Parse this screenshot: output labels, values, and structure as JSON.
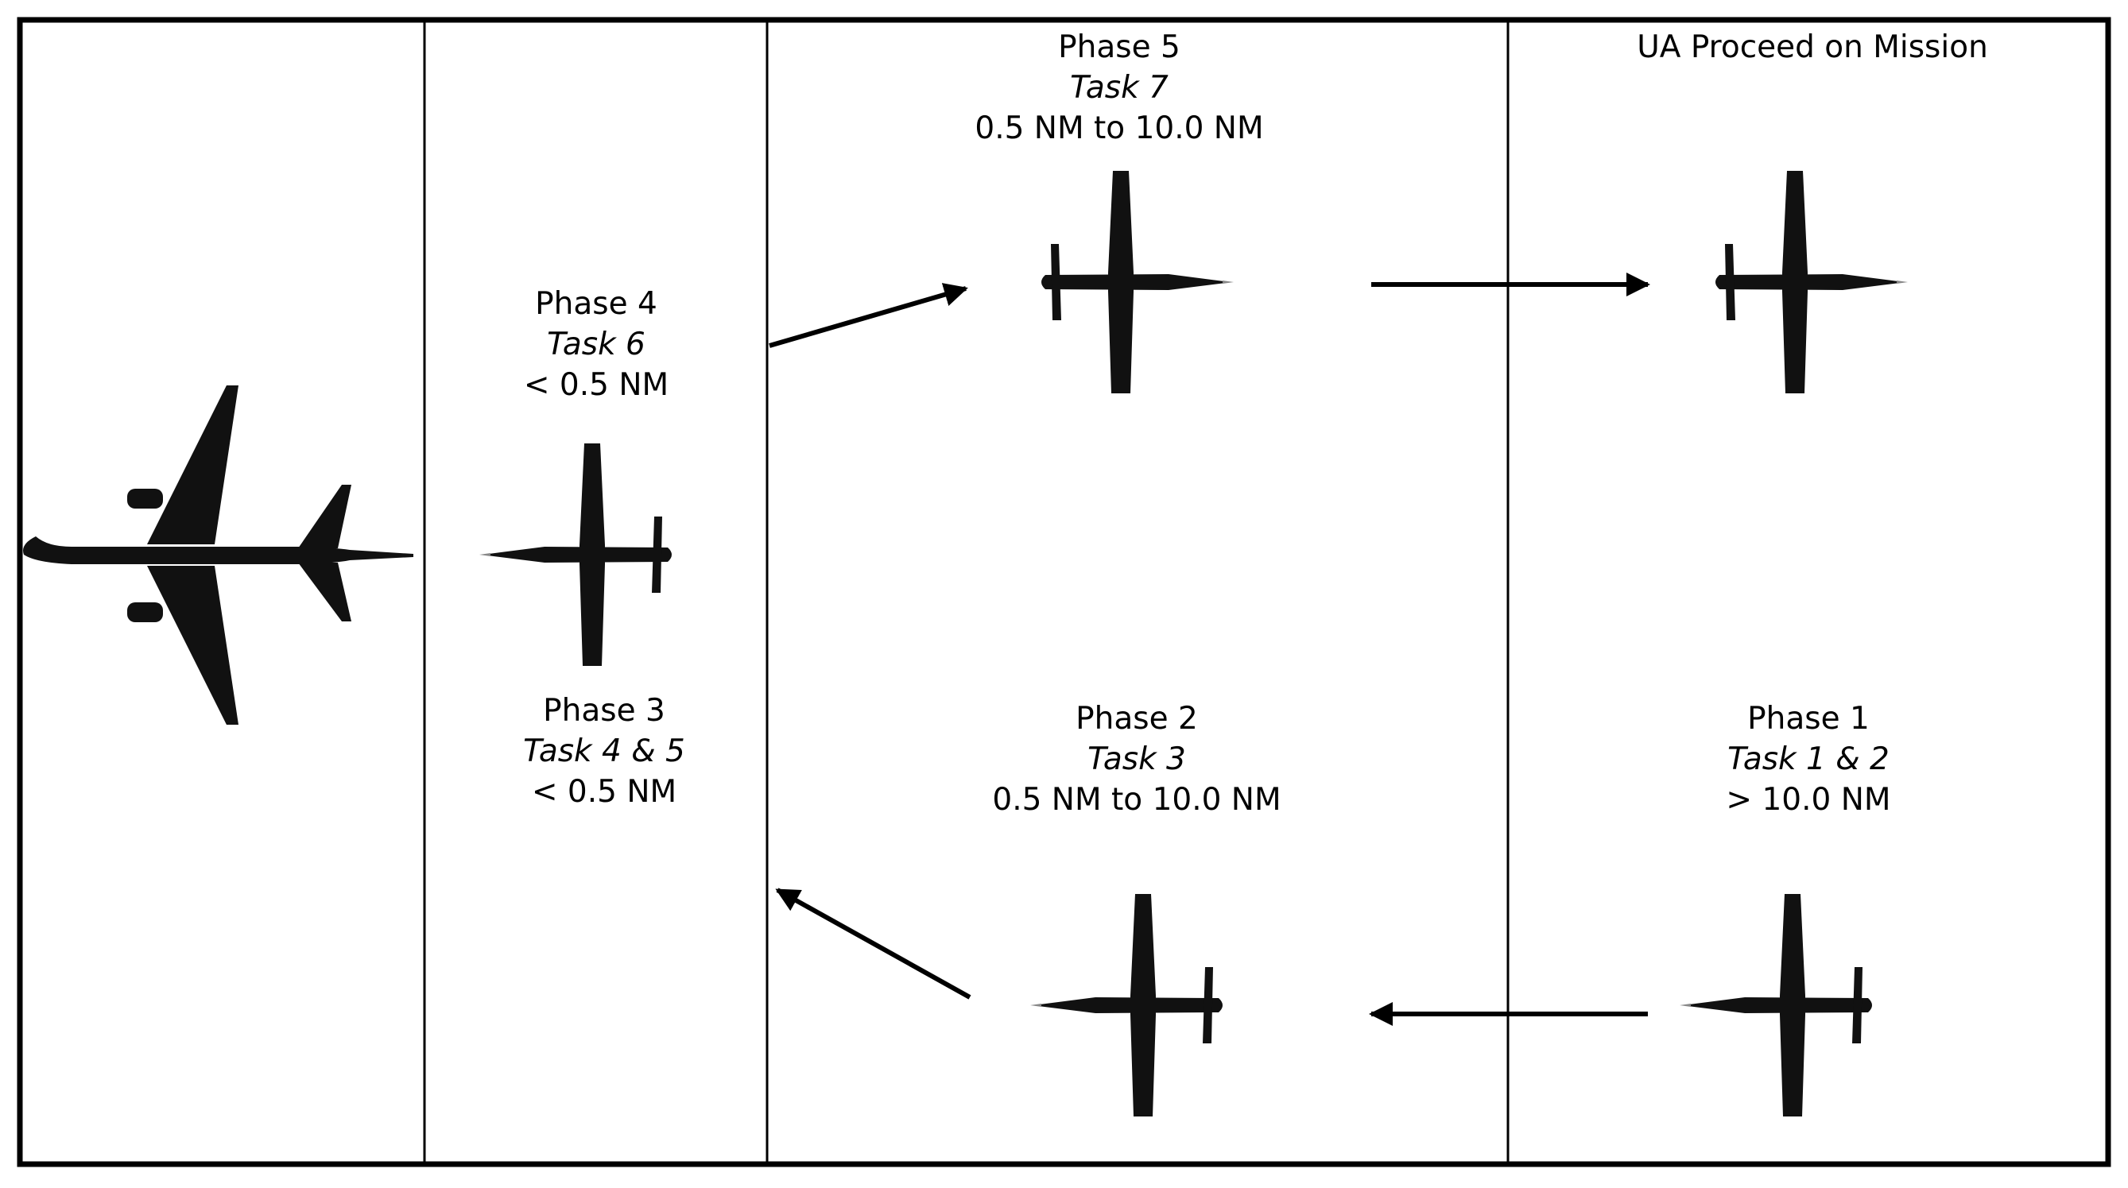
{
  "phase5": {
    "title": "Phase 5",
    "task": "Task 7",
    "range": "0.5 NM to 10.0 NM"
  },
  "mission": {
    "title": "UA Proceed on Mission"
  },
  "phase4": {
    "title": "Phase 4",
    "task": "Task 6",
    "range": "< 0.5 NM"
  },
  "phase3": {
    "title": "Phase 3",
    "task": "Task 4 & 5",
    "range": "< 0.5 NM"
  },
  "phase2": {
    "title": "Phase 2",
    "task": "Task 3",
    "range": "0.5 NM to 10.0 NM"
  },
  "phase1": {
    "title": "Phase 1",
    "task": "Task 1 & 2",
    "range": "> 10.0 NM"
  },
  "icons": {
    "airliner": "airliner-icon",
    "unmanned_aircraft": "unmanned-aircraft-icon",
    "arrow": "arrow-icon"
  },
  "colors": {
    "silhouette": "#111111",
    "lines": "#000000",
    "background": "#ffffff"
  }
}
